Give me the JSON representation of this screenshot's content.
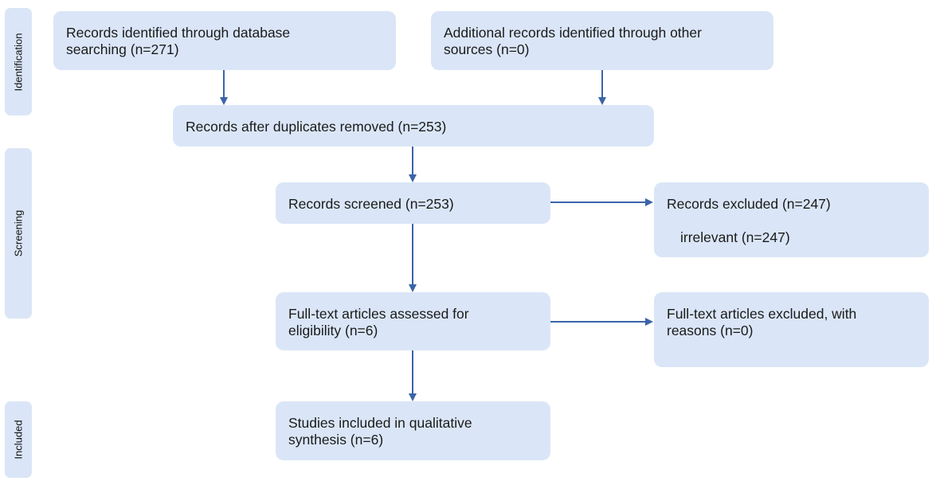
{
  "phases": {
    "identification": "Identification",
    "screening": "Screening",
    "included": "Included"
  },
  "boxes": {
    "db_search": "Records identified through database searching (n=271)",
    "other_sources": "Additional records identified through other sources (n=0)",
    "after_duplicates": "Records after duplicates removed (n=253)",
    "screened": "Records screened (n=253)",
    "excluded_title": "Records excluded (n=247)",
    "excluded_reason": "irrelevant (n=247)",
    "fulltext_assessed": "Full-text articles assessed for eligibility (n=6)",
    "fulltext_excluded": "Full-text articles excluded, with reasons (n=0)",
    "included_studies": "Studies included in qualitative synthesis (n=6)"
  },
  "colors": {
    "box_fill": "#dae6f7",
    "arrow": "#3b64a8"
  }
}
